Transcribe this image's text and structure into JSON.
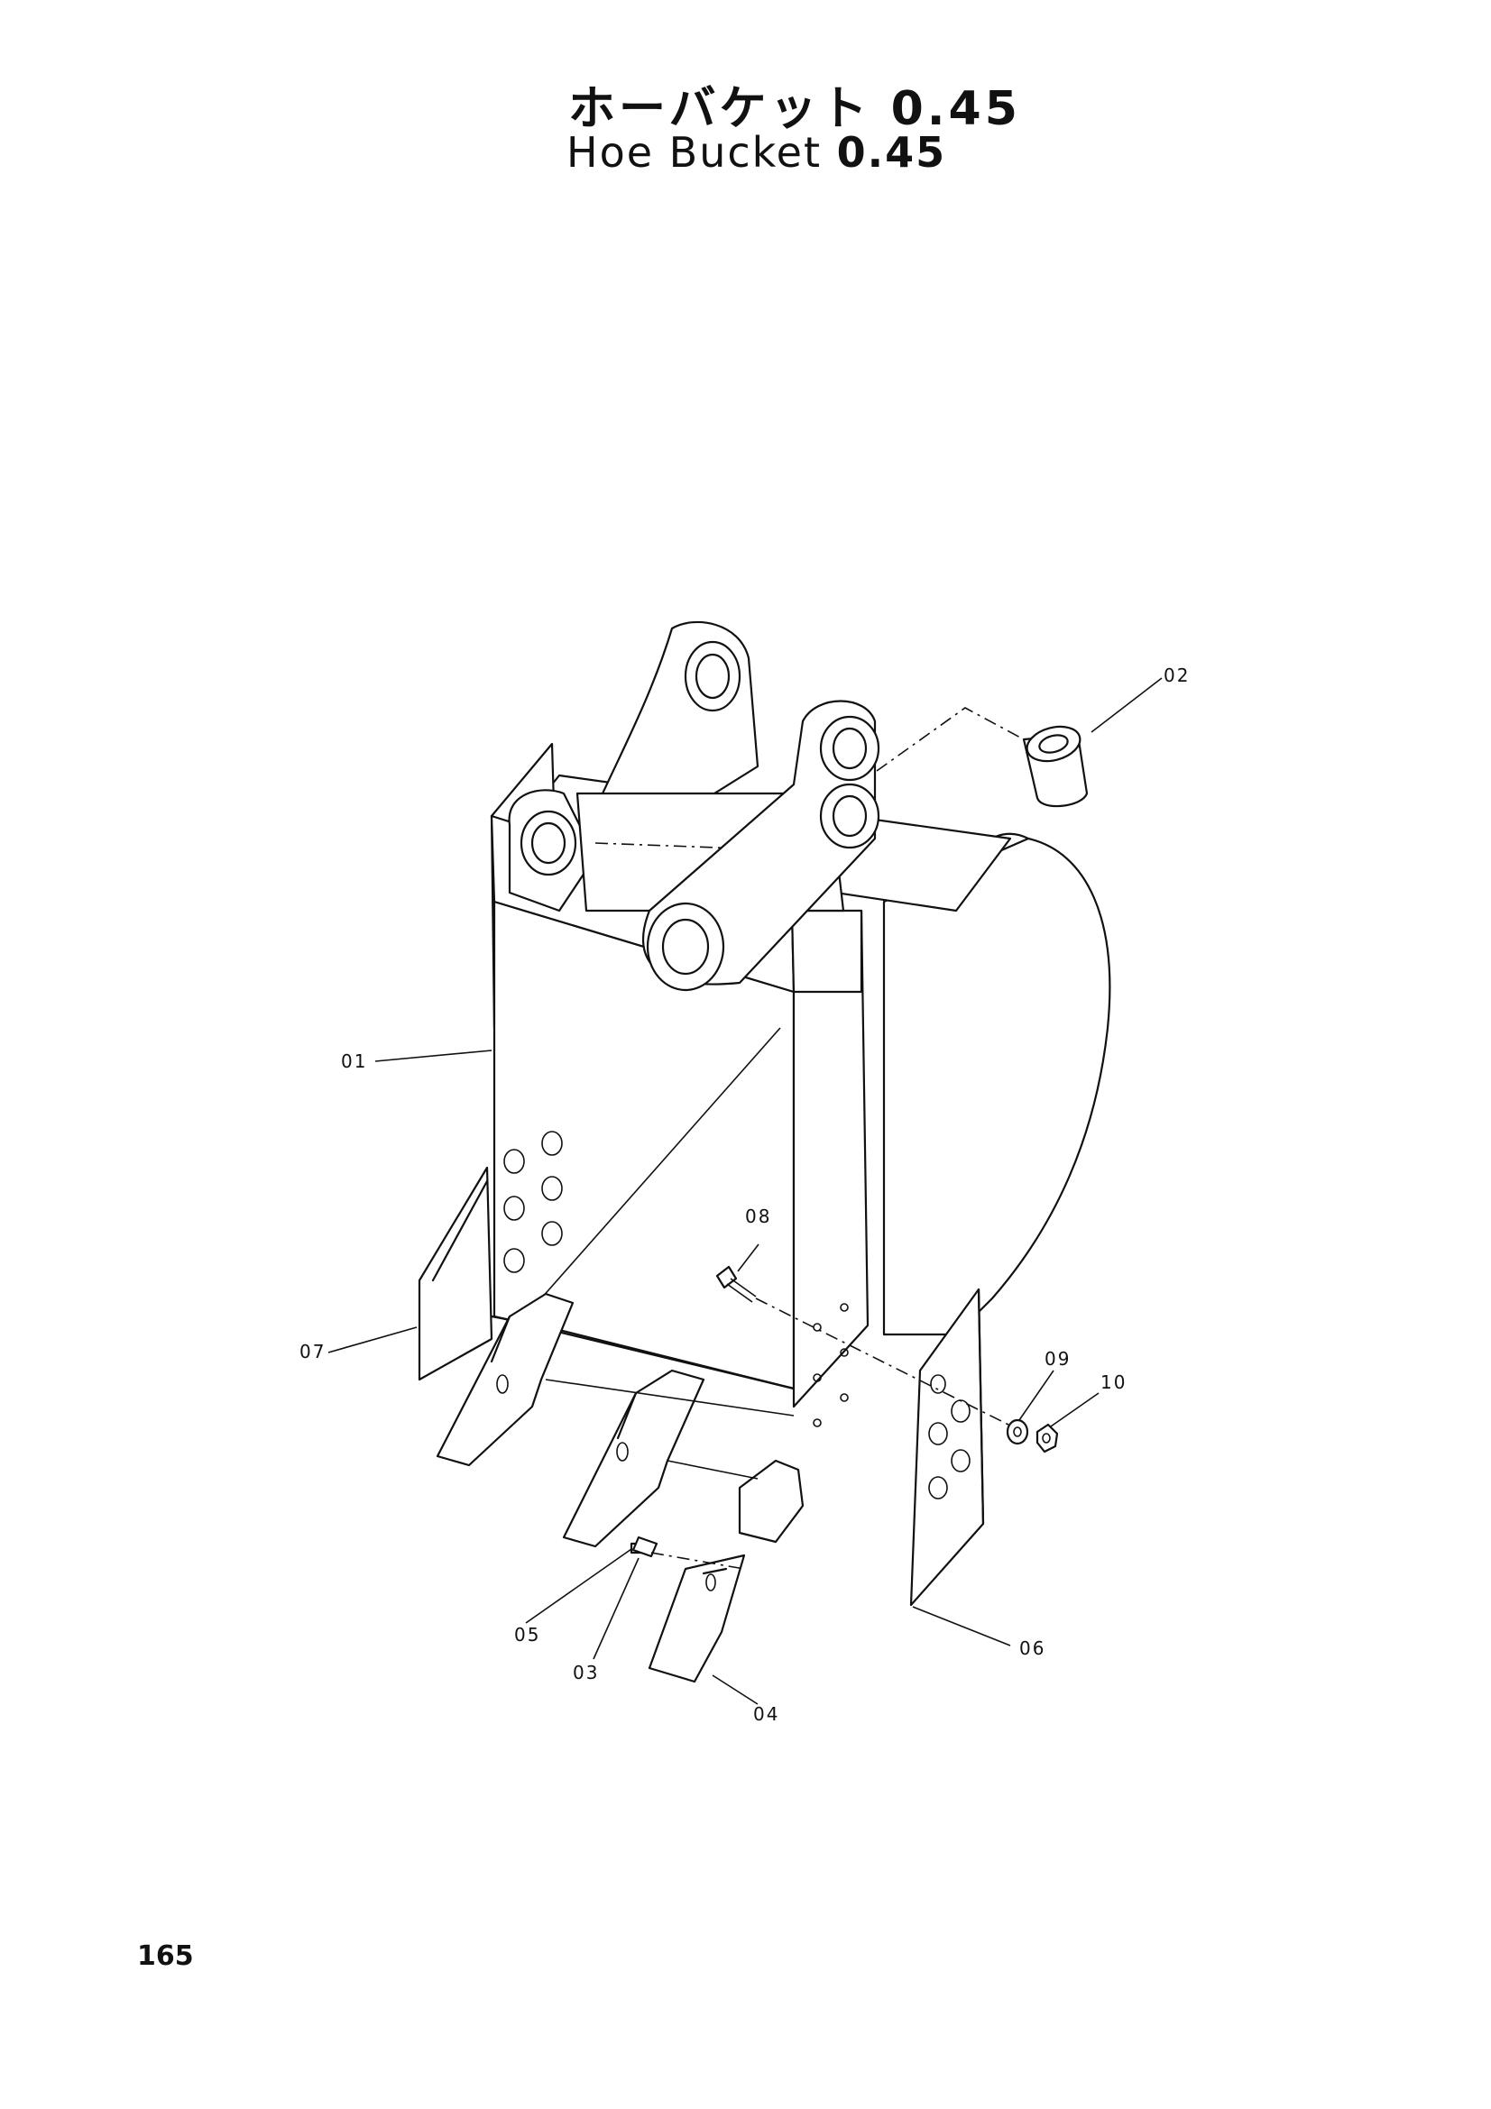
{
  "title": {
    "japanese": "ホーバケット 0.45",
    "english_name": "Hoe Bucket",
    "english_size": "0.45"
  },
  "page_number": "165",
  "callouts": {
    "c01": "01",
    "c02": "02",
    "c03": "03",
    "c04": "04",
    "c05": "05",
    "c06": "06",
    "c07": "07",
    "c08": "08",
    "c09": "09",
    "c10": "10"
  }
}
